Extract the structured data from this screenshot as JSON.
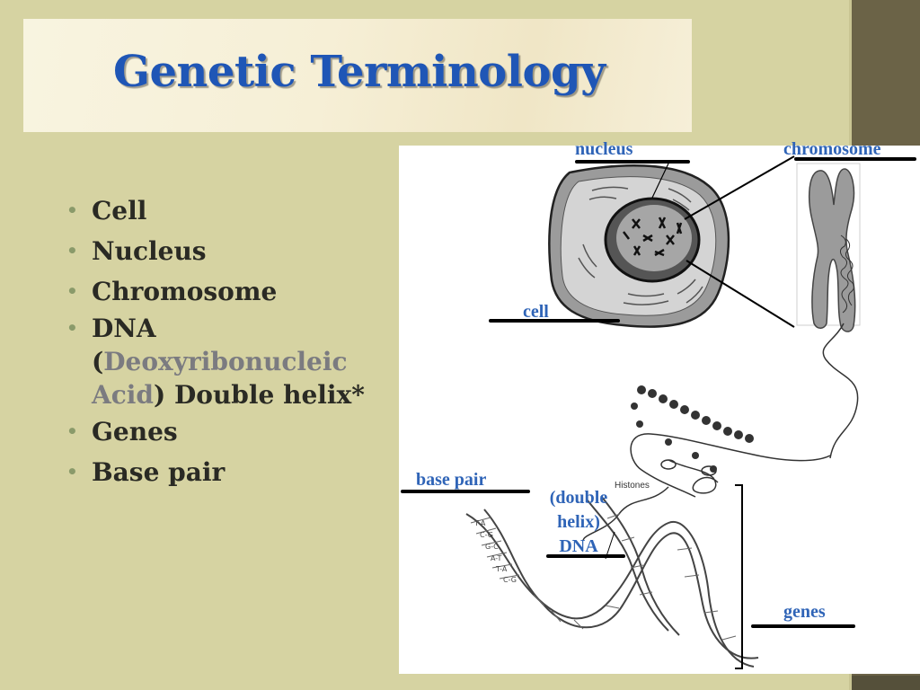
{
  "slide": {
    "title": "Genetic Terminology",
    "bullets": {
      "cell": "Cell",
      "nucleus": "Nucleus",
      "chromosome": "Chromosome",
      "dna_a": "DNA",
      "dna_b": "(",
      "dna_c": "Deoxyribonucleic",
      "dna_d": "Acid",
      "dna_e": ") Double helix*",
      "genes": "Genes",
      "base_pair": "Base pair"
    }
  },
  "diagram": {
    "labels": {
      "nucleus": "nucleus",
      "chromosome": "chromosome",
      "cell": "cell",
      "base_pair": "base pair",
      "double_helix_1": "(double",
      "double_helix_2": "helix)",
      "double_helix_3": "DNA",
      "genes": "genes",
      "histones": "Histones"
    }
  },
  "colors": {
    "title": "#1f56b6",
    "label": "#2f64b7",
    "background": "#d6d3a2",
    "accent_bar": "#6b6347"
  }
}
